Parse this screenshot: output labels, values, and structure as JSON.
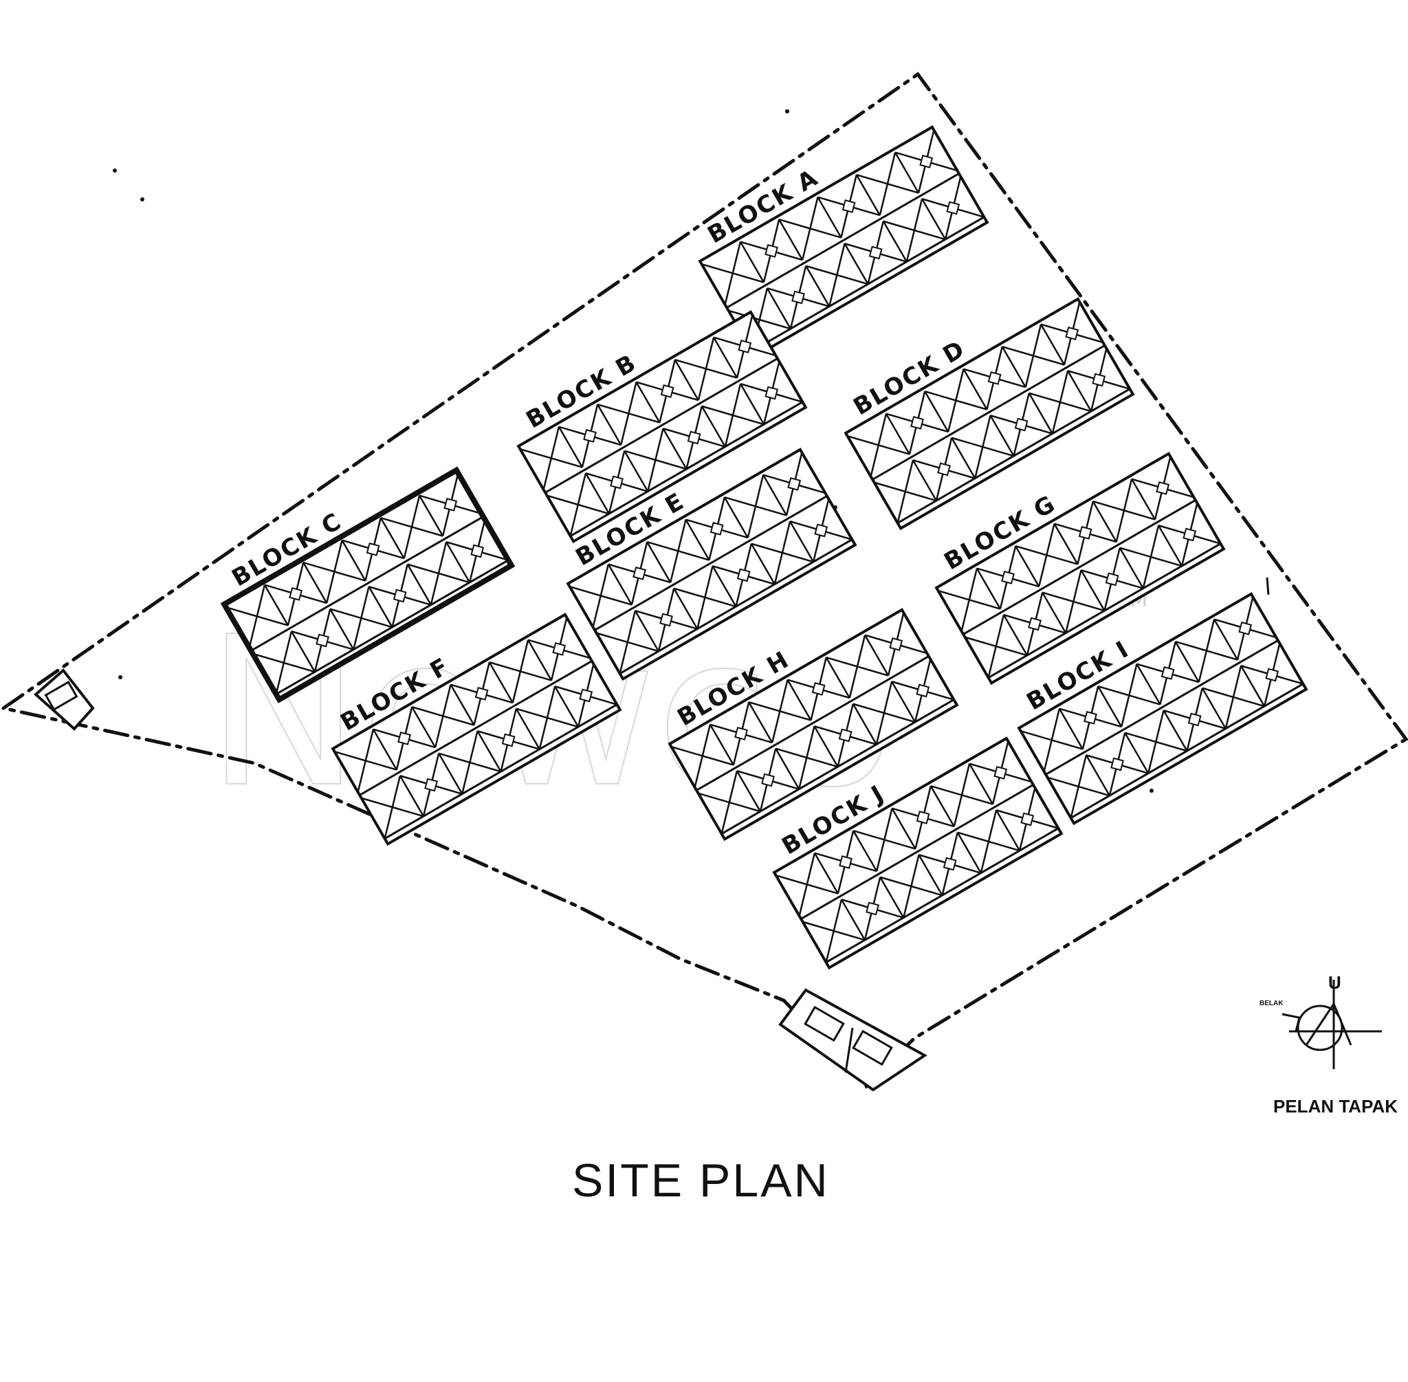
{
  "title": "SITE PLAN",
  "legend_label": "PELAN TAPAK",
  "north_mark": "U",
  "west_mark": "BELAK",
  "watermark": "Newco",
  "watermark_tm": "TM",
  "blocks": [
    {
      "label": "BLOCK A"
    },
    {
      "label": "BLOCK B"
    },
    {
      "label": "BLOCK C",
      "highlighted": true
    },
    {
      "label": "BLOCK D"
    },
    {
      "label": "BLOCK E"
    },
    {
      "label": "BLOCK F"
    },
    {
      "label": "BLOCK G"
    },
    {
      "label": "BLOCK H"
    },
    {
      "label": "BLOCK I"
    },
    {
      "label": "BLOCK J"
    }
  ]
}
